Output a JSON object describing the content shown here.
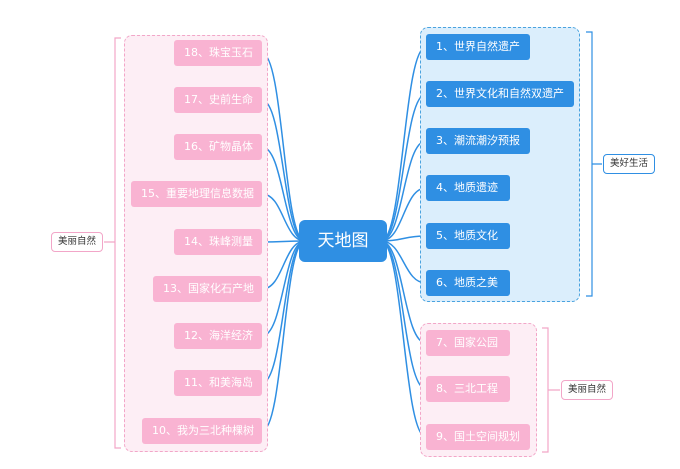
{
  "center": {
    "label": "天地图"
  },
  "right_blue": [
    "1、世界自然遗产",
    "2、世界文化和自然双遗产",
    "3、潮流潮汐预报",
    "4、地质遗迹",
    "5、地质文化",
    "6、地质之美"
  ],
  "right_pink": [
    "7、国家公园",
    "8、三北工程",
    "9、国土空间规划"
  ],
  "left_pink": [
    "18、珠宝玉石",
    "17、史前生命",
    "16、矿物晶体",
    "15、重要地理信息数据",
    "14、珠峰测量",
    "13、国家化石产地",
    "12、海洋经济",
    "11、和美海岛",
    "10、我为三北种棵树"
  ],
  "tags": {
    "right_blue": "美好生活",
    "right_pink": "美丽自然",
    "left": "美丽自然"
  },
  "colors": {
    "blue": "#2f8fe3",
    "pink": "#f9b3d2",
    "link": "#2f8fe3"
  }
}
